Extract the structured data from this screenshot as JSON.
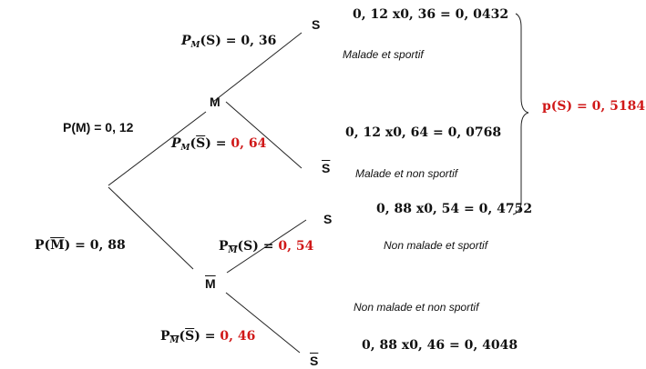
{
  "nodes": {
    "M": "M",
    "notM": "M",
    "S": "S",
    "notS": "S"
  },
  "branches": {
    "p_M": {
      "text": "P(M) = 0, 12"
    },
    "p_notM": {
      "prefix": "P(",
      "mid": ") = 0, 88"
    },
    "pM_S": {
      "P": "P",
      "sub": "M",
      "rest": "(S) = 0, 36"
    },
    "pM_notS": {
      "P": "P",
      "sub": "M",
      "open": "(",
      "close": ") = ",
      "value": "0, 64"
    },
    "pnotM_S": {
      "P": "P",
      "sub": "M",
      "rest": "(S) = ",
      "value": "0, 54"
    },
    "pnotM_notS": {
      "P": "P",
      "sub": "M",
      "open": "(",
      "close": ") = ",
      "value": "0, 46"
    }
  },
  "outcomes": {
    "o1": {
      "calc": "0, 12 x0, 36 = 0, 0432",
      "desc": "Malade et sportif"
    },
    "o2": {
      "calc": "0, 12 x0, 64 = 0, 0768",
      "desc": "Malade et non sportif"
    },
    "o3": {
      "calc": "0, 88 x0, 54 = 0, 4752",
      "desc": "Non malade et sportif"
    },
    "o4": {
      "calc": "0, 88 x0, 46 = 0, 4048",
      "desc": "Non malade et non sportif"
    }
  },
  "total": {
    "text": "p(S) = 0, 5184"
  },
  "colors": {
    "highlight": "#d01818",
    "text": "#111111",
    "line": "#222222"
  }
}
